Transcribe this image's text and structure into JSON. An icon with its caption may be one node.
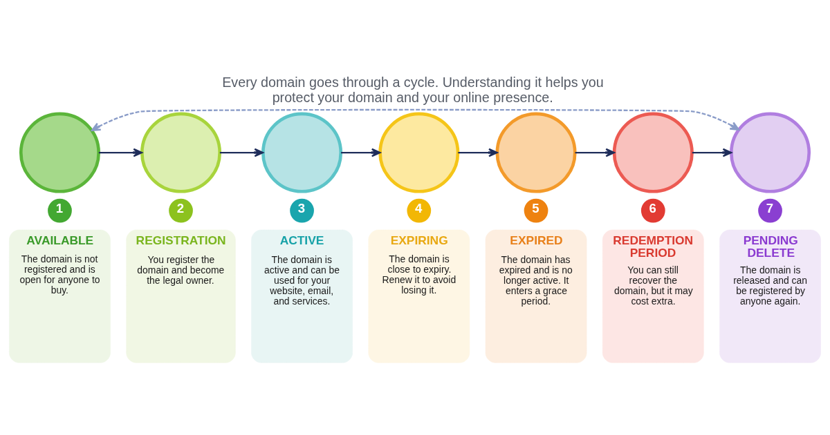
{
  "diagram": {
    "title": "Every domain goes through a cycle. Understanding it helps you protect your domain and your online presence.",
    "nodes": [
      {
        "text": [],
        "shape": "circle"
      },
      {
        "text": [
          "1"
        ]
      },
      {
        "text": [
          "AVAILABLE",
          "The domain is not registered and is open for anyone to buy."
        ]
      },
      {
        "text": [],
        "shape": "circle"
      },
      {
        "text": [
          "2"
        ]
      },
      {
        "text": [
          "REGISTRATION",
          "You register the domain and become the legal owner."
        ]
      },
      {
        "text": [],
        "shape": "circle"
      },
      {
        "text": [
          "3"
        ]
      },
      {
        "text": [
          "ACTIVE",
          "The domain is active and can be used for your website, email, and services."
        ]
      },
      {
        "text": [],
        "shape": "circle"
      },
      {
        "text": [
          "4"
        ]
      },
      {
        "text": [
          "EXPIRING",
          "The domain is close to expiry. Renew it to avoid losing it."
        ]
      },
      {
        "text": [],
        "shape": "circle"
      },
      {
        "text": [
          "5"
        ]
      },
      {
        "text": [
          "EXPIRED",
          "The domain has expired and is no longer active. It enters a grace period."
        ]
      },
      {
        "text": [],
        "shape": "circle"
      },
      {
        "text": [
          "6"
        ]
      },
      {
        "text": [
          "REDEMPTION PERIOD",
          "You can still recover the domain, but it may cost extra."
        ]
      },
      {
        "text": [],
        "shape": "circle"
      },
      {
        "text": [
          "7"
        ]
      },
      {
        "text": [
          "PENDING DELETE",
          "The domain is released and can be registered by anyone again."
        ]
      }
    ],
    "edges": [
      {
        "from": 0,
        "to": 3,
        "arrow": "to"
      },
      {
        "from": 3,
        "to": 6,
        "arrow": "to"
      },
      {
        "from": 6,
        "to": 9,
        "arrow": "to"
      },
      {
        "from": 9,
        "to": 12,
        "arrow": "to"
      },
      {
        "from": 12,
        "to": 15,
        "arrow": "to"
      },
      {
        "from": 15,
        "to": 18,
        "arrow": "to"
      },
      {
        "from": 18,
        "to": 0,
        "arrow": "both",
        "style": "dashed",
        "color": "#8a9cc8"
      }
    ]
  }
}
